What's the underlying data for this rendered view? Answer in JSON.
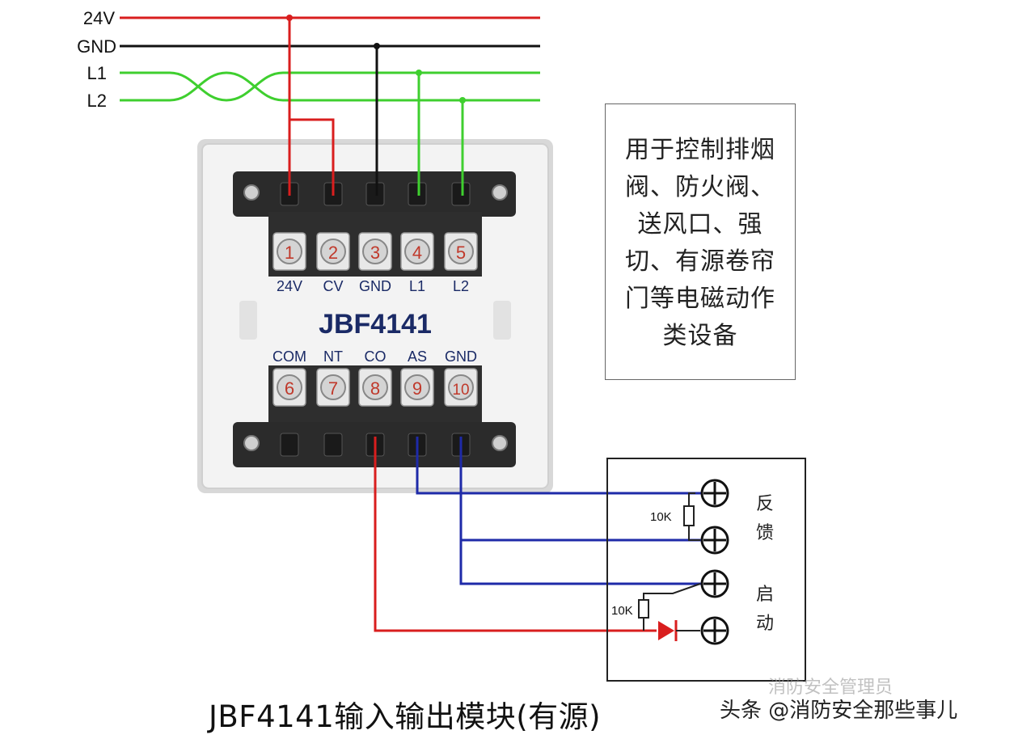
{
  "bus_labels": [
    "24V",
    "GND",
    "L1",
    "L2"
  ],
  "module": {
    "model": "JBF4141",
    "top_terminals": [
      {
        "num": "1",
        "label": "24V"
      },
      {
        "num": "2",
        "label": "CV"
      },
      {
        "num": "3",
        "label": "GND"
      },
      {
        "num": "4",
        "label": "L1"
      },
      {
        "num": "5",
        "label": "L2"
      }
    ],
    "bottom_terminals": [
      {
        "num": "6",
        "label": "COM"
      },
      {
        "num": "7",
        "label": "NT"
      },
      {
        "num": "8",
        "label": "CO"
      },
      {
        "num": "9",
        "label": "AS"
      },
      {
        "num": "10",
        "label": "GND"
      }
    ]
  },
  "note": {
    "lines": [
      "用于控制排烟",
      "阀、防火阀、",
      "送风口、强",
      "切、有源卷帘",
      "门等电磁动作",
      "类设备"
    ]
  },
  "device": {
    "resistor_label_1": "10K",
    "resistor_label_2": "10K",
    "feedback_label": [
      "反",
      "馈"
    ],
    "start_label": [
      "启",
      "动"
    ]
  },
  "caption": "JBF4141输入输出模块(有源)",
  "watermark": "头条 @消防安全那些事儿",
  "watermark_faint": "消防安全管理员",
  "colors": {
    "red": "#d91e1e",
    "black": "#111111",
    "green": "#3fcf2f",
    "blue": "#1e2aa8"
  }
}
